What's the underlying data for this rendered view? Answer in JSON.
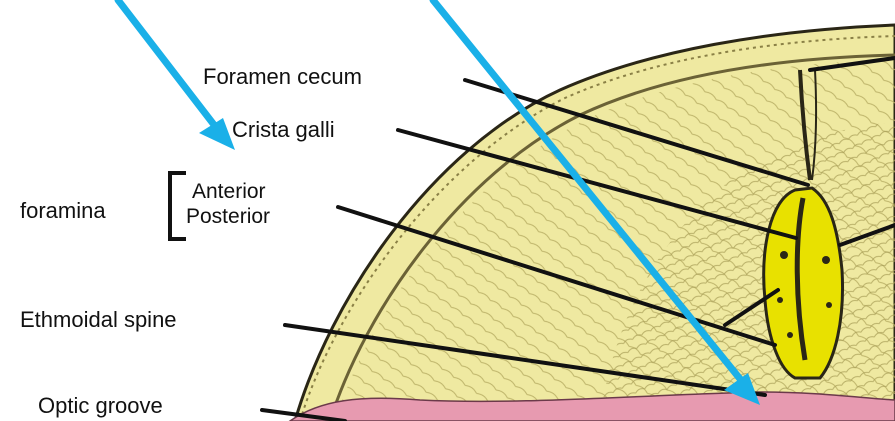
{
  "labels": {
    "foramen_cecum": "Foramen cecum",
    "crista_galli": "Crista galli",
    "foramina": "foramina",
    "anterior": "Anterior",
    "posterior": "Posterior",
    "ethmoidal_spine": "Ethmoidal spine",
    "optic_groove": "Optic groove"
  },
  "colors": {
    "bone": "#efe9a1",
    "bone_shade": "#d9cf7c",
    "outline": "#2a2616",
    "plate": "#e8e100",
    "arrow": "#1ab0e8",
    "pink": "#e79ab0"
  }
}
